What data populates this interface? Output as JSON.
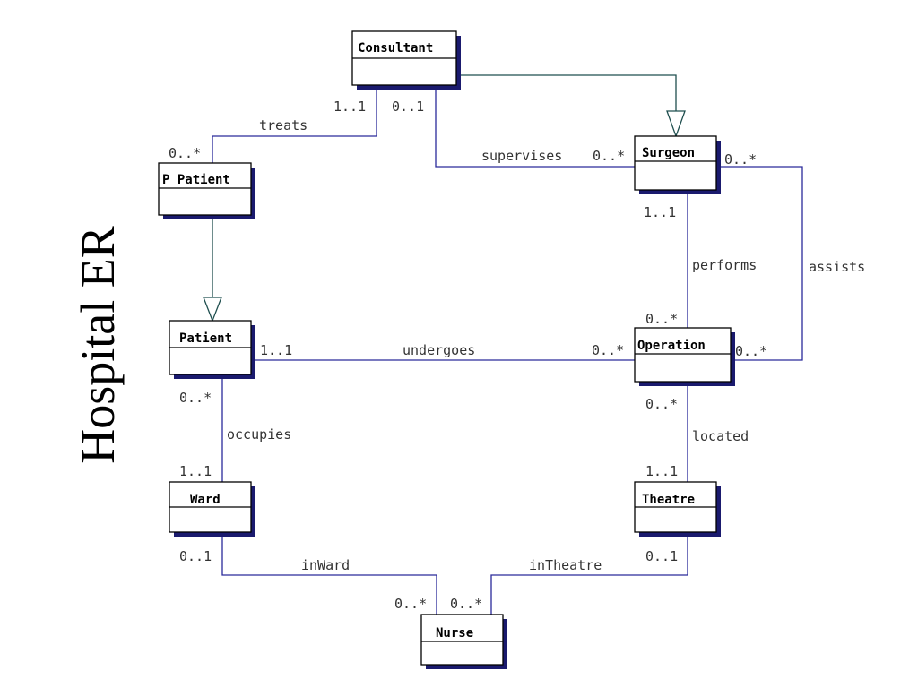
{
  "title": "Hospital ER",
  "classes": {
    "consultant": "Consultant",
    "surgeon": "Surgeon",
    "ppatient": "P Patient",
    "patient": "Patient",
    "operation": "Operation",
    "ward": "Ward",
    "theatre": "Theatre",
    "nurse": "Nurse"
  },
  "associations": {
    "treats": {
      "label": "treats",
      "from_mult": "1..1",
      "to_mult": "0..*"
    },
    "supervises": {
      "label": "supervises",
      "from_mult": "0..1",
      "to_mult": "0..*"
    },
    "performs": {
      "label": "performs",
      "from_mult": "1..1",
      "to_mult": "0..*"
    },
    "assists": {
      "label": "assists",
      "from_mult": "0..*",
      "to_mult": "0..*"
    },
    "undergoes": {
      "label": "undergoes",
      "from_mult": "1..1",
      "to_mult": "0..*"
    },
    "occupies": {
      "label": "occupies",
      "from_mult": "0..*",
      "to_mult": "1..1"
    },
    "located": {
      "label": "located",
      "from_mult": "0..*",
      "to_mult": "1..1"
    },
    "inWard": {
      "label": "inWard",
      "from_mult": "0..1",
      "to_mult": "0..*"
    },
    "inTheatre": {
      "label": "inTheatre",
      "from_mult": "0..1",
      "to_mult": "0..*"
    }
  },
  "generalizations": [
    {
      "child": "Consultant",
      "parent": "Surgeon"
    },
    {
      "child": "P Patient",
      "parent": "Patient"
    }
  ]
}
